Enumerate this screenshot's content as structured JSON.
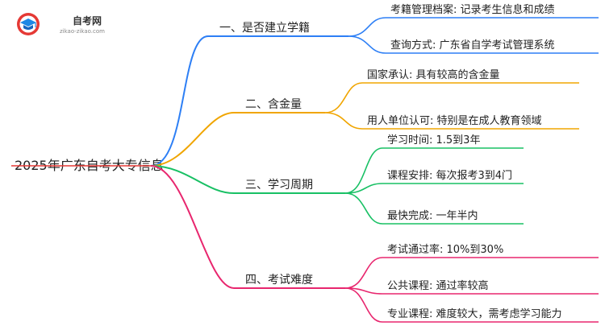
{
  "logo": {
    "name": "自考网",
    "url": "zikao-zikao.com"
  },
  "root": {
    "label": "2025年广东自考大专信息"
  },
  "branches": [
    {
      "label": "一、是否建立学籍",
      "color": "#2d7ff5",
      "leaves": [
        "考籍管理档案: 记录考生信息和成绩",
        "查询方式: 广东省自学考试管理系统"
      ]
    },
    {
      "label": "二、含金量",
      "color": "#f0a500",
      "leaves": [
        "国家承认: 具有较高的含金量",
        "用人单位认可: 特别是在成人教育领域"
      ]
    },
    {
      "label": "三、学习周期",
      "color": "#18c064",
      "leaves": [
        "学习时间: 1.5到3年",
        "课程安排: 每次报考3到4门",
        "最快完成: 一年半内"
      ]
    },
    {
      "label": "四、考试难度",
      "color": "#e8266e",
      "leaves": [
        "考试通过率: 10%到30%",
        "公共课程: 通过率较高",
        "专业课程: 难度较大，需考虑学习能力"
      ]
    }
  ]
}
